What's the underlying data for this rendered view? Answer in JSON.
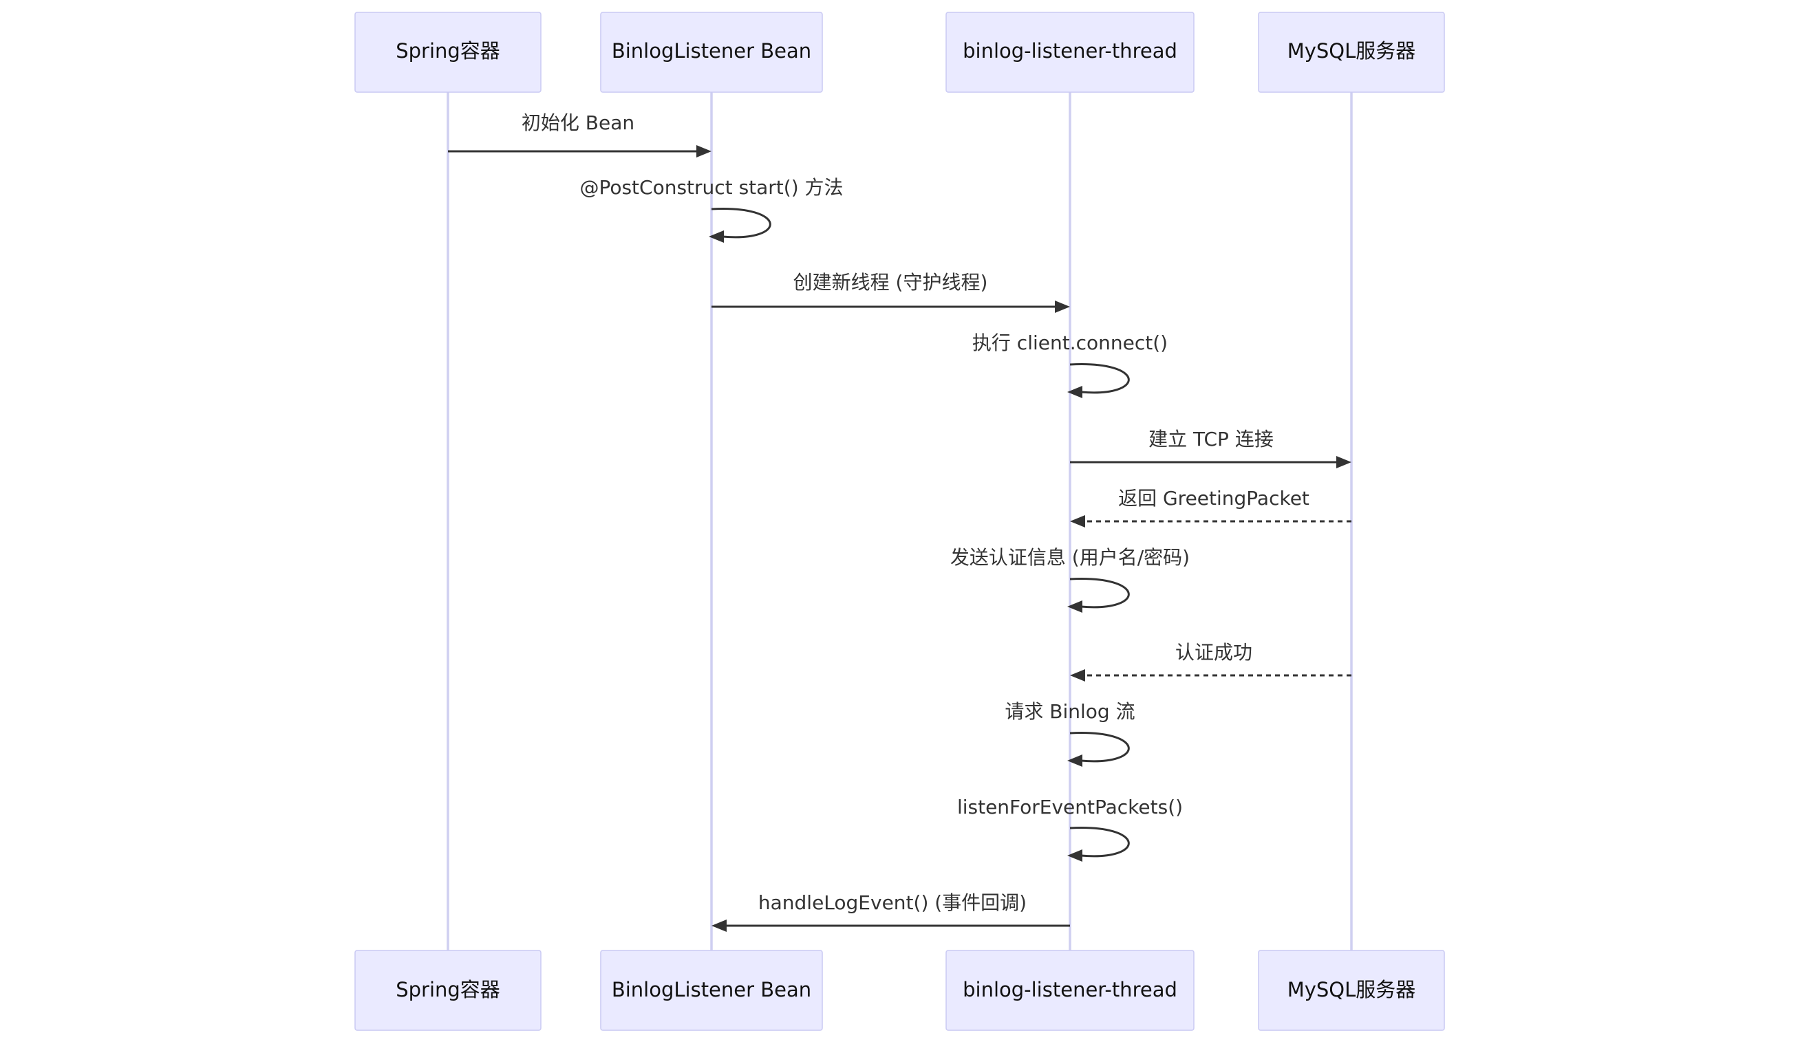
{
  "participants": [
    {
      "id": "spring",
      "label": "Spring容器"
    },
    {
      "id": "bean",
      "label": "BinlogListener Bean"
    },
    {
      "id": "thread",
      "label": "binlog-listener-thread"
    },
    {
      "id": "mysql",
      "label": "MySQL服务器"
    }
  ],
  "messages": [
    {
      "from": "spring",
      "to": "bean",
      "label": "初始化 Bean",
      "style": "solid"
    },
    {
      "from": "bean",
      "to": "bean",
      "label": "@PostConstruct start() 方法",
      "style": "solid"
    },
    {
      "from": "bean",
      "to": "thread",
      "label": "创建新线程 (守护线程)",
      "style": "solid"
    },
    {
      "from": "thread",
      "to": "thread",
      "label": "执行 client.connect()",
      "style": "solid"
    },
    {
      "from": "thread",
      "to": "mysql",
      "label": "建立 TCP 连接",
      "style": "solid"
    },
    {
      "from": "mysql",
      "to": "thread",
      "label": "返回 GreetingPacket",
      "style": "dashed"
    },
    {
      "from": "thread",
      "to": "thread",
      "label": "发送认证信息 (用户名/密码)",
      "style": "solid"
    },
    {
      "from": "mysql",
      "to": "thread",
      "label": "认证成功",
      "style": "dashed"
    },
    {
      "from": "thread",
      "to": "thread",
      "label": "请求 Binlog 流",
      "style": "solid"
    },
    {
      "from": "thread",
      "to": "thread",
      "label": "listenForEventPackets()",
      "style": "solid"
    },
    {
      "from": "thread",
      "to": "bean",
      "label": "handleLogEvent() (事件回调)",
      "style": "solid"
    }
  ]
}
